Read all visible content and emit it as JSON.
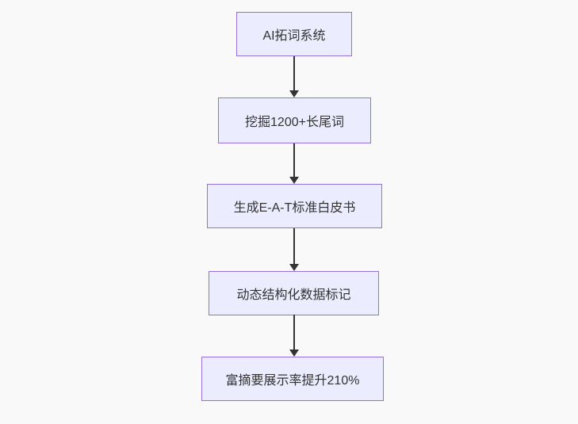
{
  "diagram": {
    "type": "flowchart",
    "direction": "top-down",
    "nodes": [
      {
        "id": "n1",
        "label": "AI拓词系统"
      },
      {
        "id": "n2",
        "label": "挖掘1200+长尾词"
      },
      {
        "id": "n3",
        "label": "生成E-A-T标准白皮书"
      },
      {
        "id": "n4",
        "label": "动态结构化数据标记"
      },
      {
        "id": "n5",
        "label": "富摘要展示率提升210%"
      }
    ],
    "edges": [
      {
        "from": "AI拓词系统",
        "to": "挖掘1200+长尾词"
      },
      {
        "from": "挖掘1200+长尾词",
        "to": "生成E-A-T标准白皮书"
      },
      {
        "from": "生成E-A-T标准白皮书",
        "to": "动态结构化数据标记"
      },
      {
        "from": "动态结构化数据标记",
        "to": "富摘要展示率提升210%"
      }
    ],
    "colors": {
      "node_fill": "#ececff",
      "node_border": "#9370db",
      "arrow": "#333333",
      "text": "#333333",
      "background": "#f9f9f9"
    }
  }
}
